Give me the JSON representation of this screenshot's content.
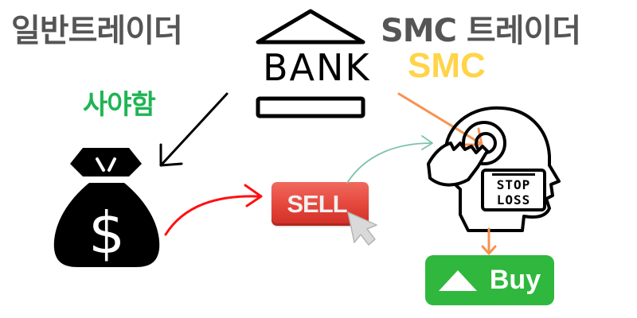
{
  "titles": {
    "left": "일반트레이더",
    "right": "SMC 트레이더",
    "smc": "SMC",
    "must_buy": "사야함"
  },
  "bank": {
    "label": "BANK"
  },
  "buttons": {
    "sell": "SELL",
    "buy": "Buy"
  },
  "head": {
    "sign_line1": "STOP",
    "sign_line2": "LOSS"
  },
  "colors": {
    "title_gray": "#555555",
    "smc_yellow": "#ffd447",
    "must_buy_green": "#1fb455",
    "sell_red": "#e6483d",
    "buy_green": "#2fb83d",
    "arrow_red": "#ff1010",
    "arrow_teal": "#7cc4a8",
    "arrow_orange": "#f79250",
    "arrow_black": "#000000"
  },
  "icons": [
    "bank-icon",
    "money-bag-icon",
    "cursor-icon",
    "head-with-target-icon",
    "stop-loss-sign-icon",
    "up-triangle-icon"
  ]
}
